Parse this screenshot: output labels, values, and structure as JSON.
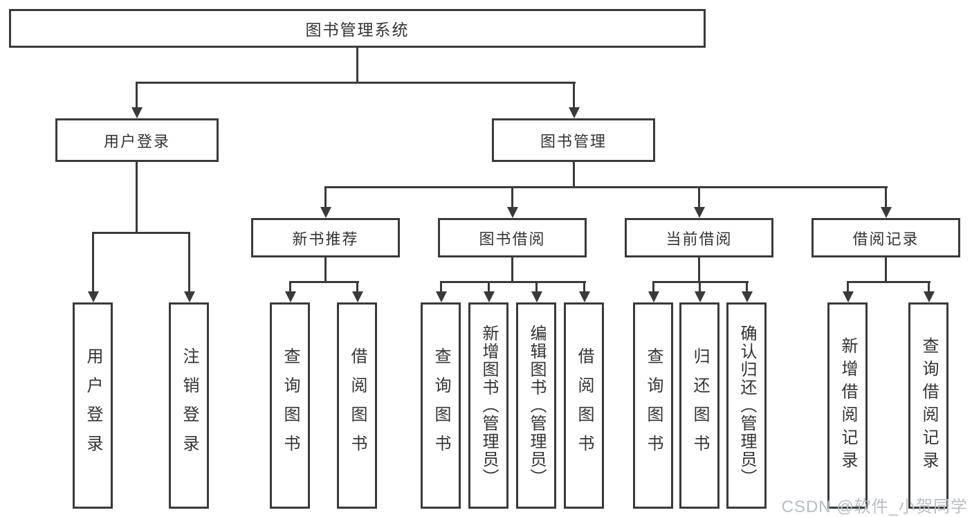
{
  "diagram": {
    "type": "hierarchy",
    "title": "图书管理系统"
  },
  "tree": {
    "label": "图书管理系统",
    "children": [
      {
        "label": "用户登录",
        "children": [
          {
            "label": "用户登录"
          },
          {
            "label": "注销登录"
          }
        ]
      },
      {
        "label": "图书管理",
        "children": [
          {
            "label": "新书推荐",
            "children": [
              {
                "label": "查询图书"
              },
              {
                "label": "借阅图书"
              }
            ]
          },
          {
            "label": "图书借阅",
            "children": [
              {
                "label": "查询图书"
              },
              {
                "label": "新增图书（管理员）"
              },
              {
                "label": "编辑图书（管理员）"
              },
              {
                "label": "借阅图书"
              }
            ]
          },
          {
            "label": "当前借阅",
            "children": [
              {
                "label": "查询图书"
              },
              {
                "label": "归还图书"
              },
              {
                "label": "确认归还（管理员）"
              }
            ]
          },
          {
            "label": "借阅记录",
            "children": [
              {
                "label": "新增借阅记录"
              },
              {
                "label": "查询借阅记录"
              }
            ]
          }
        ]
      }
    ]
  },
  "watermark": {
    "text": "CSDN @软件_小贺同学",
    "color": "#b9bdc4"
  },
  "colors": {
    "line": "#3a3a3a",
    "box_border": "#3a3a3a",
    "box_fill": "#ffffff",
    "text": "#333333",
    "background": "#ffffff"
  }
}
